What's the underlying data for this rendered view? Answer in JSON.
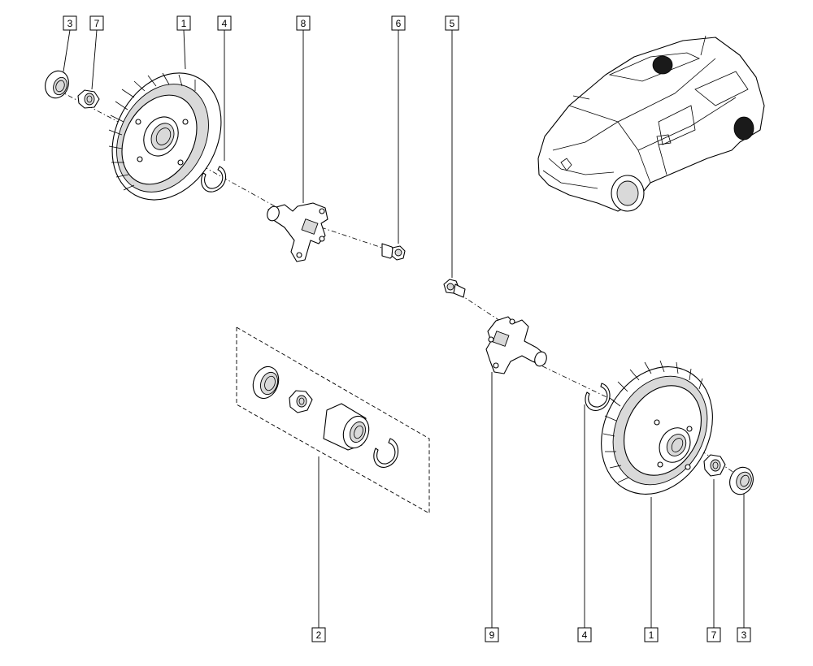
{
  "colors": {
    "line": "#000000",
    "background": "#ffffff",
    "shade": "#d9d9d9"
  },
  "labels": {
    "tl_3": "3",
    "tl_7": "7",
    "tl_1": "1",
    "tl_4": "4",
    "tl_8": "8",
    "tl_6": "6",
    "tl_5": "5",
    "bl_2": "2",
    "bl_9": "9",
    "bl_4": "4",
    "bl_1": "1",
    "bl_7": "7",
    "bl_3": "3"
  }
}
